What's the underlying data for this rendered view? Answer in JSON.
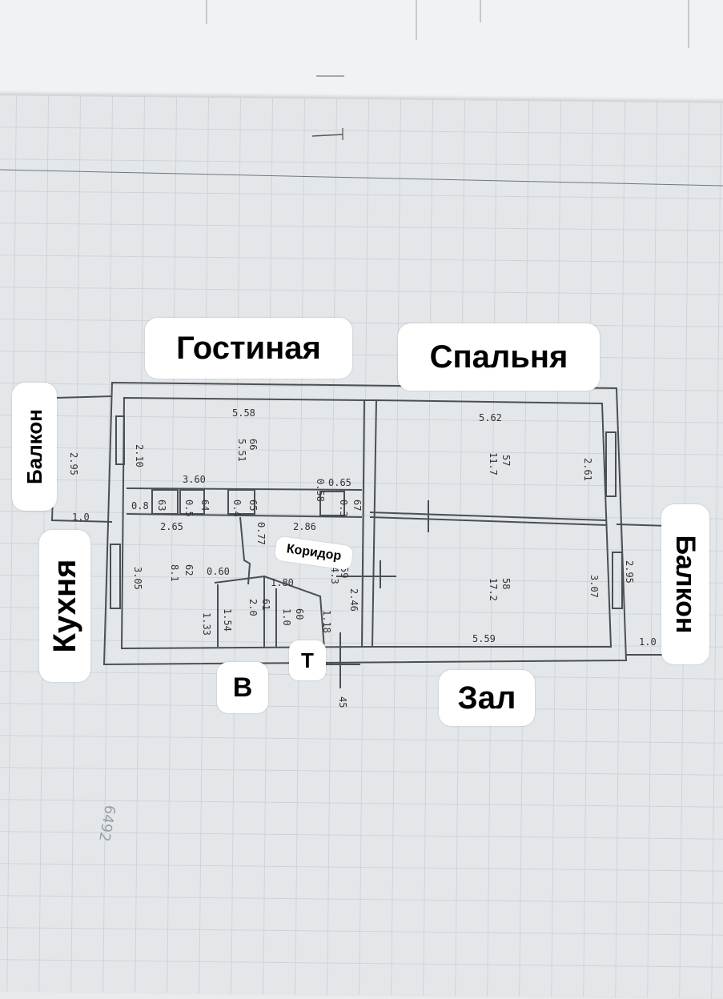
{
  "rooms": {
    "gostinaya": "Гостиная",
    "spalnya": "Спальня",
    "balkon_left": "Балкон",
    "balkon_right": "Балкон",
    "kuhnya": "Кухня",
    "koridor": "Коридор",
    "vannaya": "В",
    "tualet": "Т",
    "zal": "Зал"
  },
  "dimensions": {
    "top_left_width": "5.58",
    "top_right_width": "5.62",
    "left_room_h": "2.10",
    "left_room_id": "66",
    "left_room_area": "5.51",
    "right_top_id": "57",
    "right_top_area": "11.7",
    "right_top_h": "2.61",
    "balcony_left_h": "2.95",
    "balcony_left_w": "1.0",
    "strip_360": "3.60",
    "strip_065": "0.65",
    "strip_058": "0.58",
    "strip_08": "0.8",
    "c63": "63",
    "c05": "0.5",
    "c64": "64",
    "c04": "0.4",
    "c65": "65",
    "c67": "67",
    "c03": "0.3",
    "mid_265": "2.65",
    "mid_077": "0.77",
    "mid_286": "2.86",
    "kitchen_h": "3.05",
    "kitchen_id": "62",
    "kitchen_area": "8.1",
    "d060": "0.60",
    "d180": "1.80",
    "d61": "61",
    "d20": "2.0",
    "d60": "60",
    "d10": "1.0",
    "d118": "1.18",
    "d154": "1.54",
    "d133": "1.33",
    "d59": "59",
    "d43": "4.3",
    "d246": "2.46",
    "hall_id": "58",
    "hall_area": "17.2",
    "hall_h": "3.07",
    "hall_w": "5.59",
    "balcony_right_h": "2.95",
    "balcony_right_w": "1.0",
    "n45": "45",
    "n6492": "6492"
  }
}
